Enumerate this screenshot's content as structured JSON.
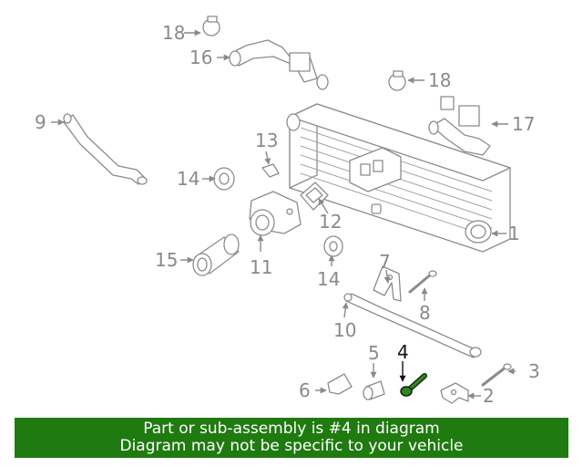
{
  "callouts": {
    "c1": "1",
    "c2": "2",
    "c3": "3",
    "c4": "4",
    "c5": "5",
    "c6": "6",
    "c7": "7",
    "c8": "8",
    "c9": "9",
    "c10": "10",
    "c11": "11",
    "c12": "12",
    "c13": "13",
    "c14a": "14",
    "c14b": "14",
    "c15": "15",
    "c16": "16",
    "c17": "17",
    "c18a": "18",
    "c18b": "18"
  },
  "highlight_callout": "4",
  "highlight_color": "#1f7a10",
  "banner": {
    "line1": "Part or sub-assembly is #4 in diagram",
    "line2": "Diagram may not be specific to your vehicle",
    "color": "#1f7a10"
  }
}
